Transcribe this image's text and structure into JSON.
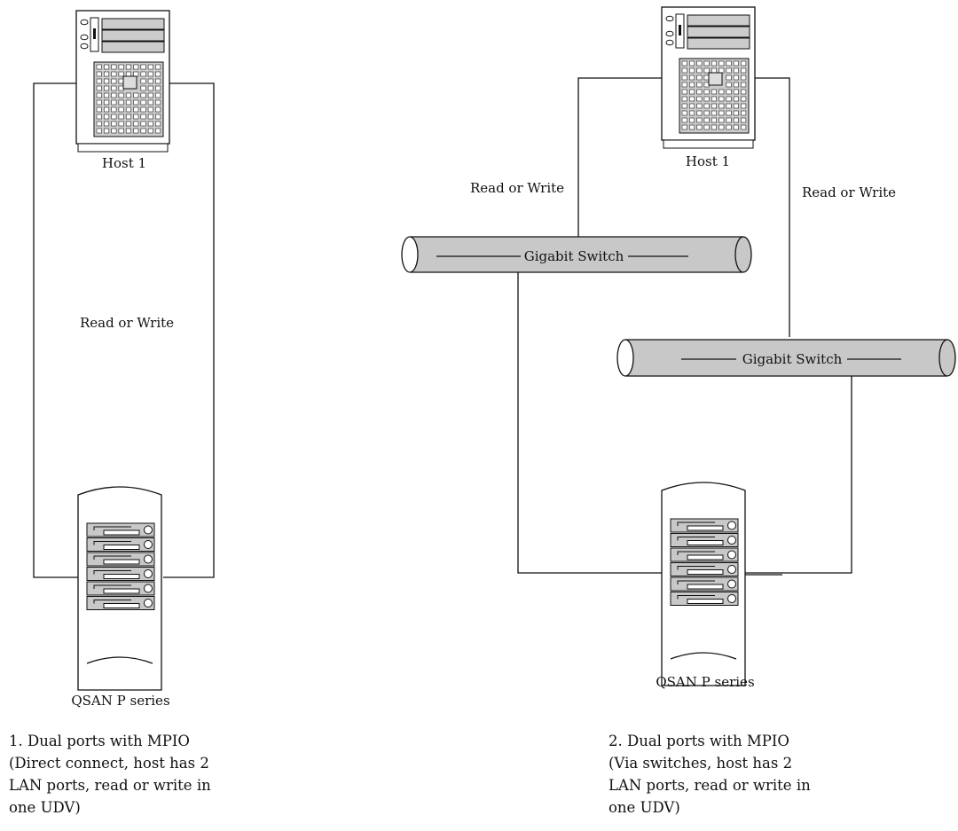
{
  "left": {
    "host_label": "Host 1",
    "link_label": "Read or Write",
    "storage_label": "QSAN P series",
    "caption": [
      "1. Dual ports with MPIO",
      "(Direct connect, host has 2",
      "LAN ports, read or write in",
      "one UDV)"
    ]
  },
  "right": {
    "host_label": "Host 1",
    "link_left_label": "Read or Write",
    "link_right_label": "Read or Write",
    "switch1_label": "Gigabit Switch",
    "switch2_label": "Gigabit Switch",
    "storage_label": "QSAN P series",
    "caption": [
      "2. Dual ports with MPIO",
      "(Via switches, host has 2",
      "LAN ports, read or write in",
      "one UDV)"
    ]
  }
}
